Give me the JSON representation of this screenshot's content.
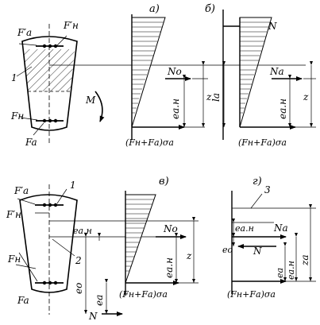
{
  "panels": {
    "a": "а)",
    "b": "б)",
    "v": "в)",
    "g": "г)"
  },
  "section_top": {
    "fa_prime": "F′a",
    "fn_prime": "F′н",
    "fn": "Fн",
    "fa": "Fa",
    "callout": "1",
    "moment": "M"
  },
  "section_bottom": {
    "fa_prime": "F′a",
    "fn_prime": "F′н",
    "fn": "Fн",
    "fa": "Fa",
    "callout_1": "1",
    "callout_2": "2",
    "e_an": "eа.н",
    "e_o": "eo",
    "e_a": "eа",
    "force_n": "N"
  },
  "diagram_a": {
    "no": "No",
    "e_an": "eа.н",
    "z": "z",
    "bottom": "(Fн+Fа)σа"
  },
  "diagram_b": {
    "n": "N",
    "na": "Na",
    "la": "la",
    "e_an": "eа.н",
    "z": "z",
    "bottom": "(Fн+Fа)σа"
  },
  "diagram_v": {
    "no": "No",
    "e_an": "eа.н",
    "z": "z",
    "bottom": "(Fн+Fа)σа"
  },
  "diagram_g": {
    "callout_3": "3",
    "e_an": "eа.н",
    "na": "Na",
    "e_o": "eo",
    "n": "N",
    "e_a": "eа",
    "e_an_2": "eа.н",
    "z_a": "zа",
    "bottom": "(Fн+Fа)σа"
  }
}
